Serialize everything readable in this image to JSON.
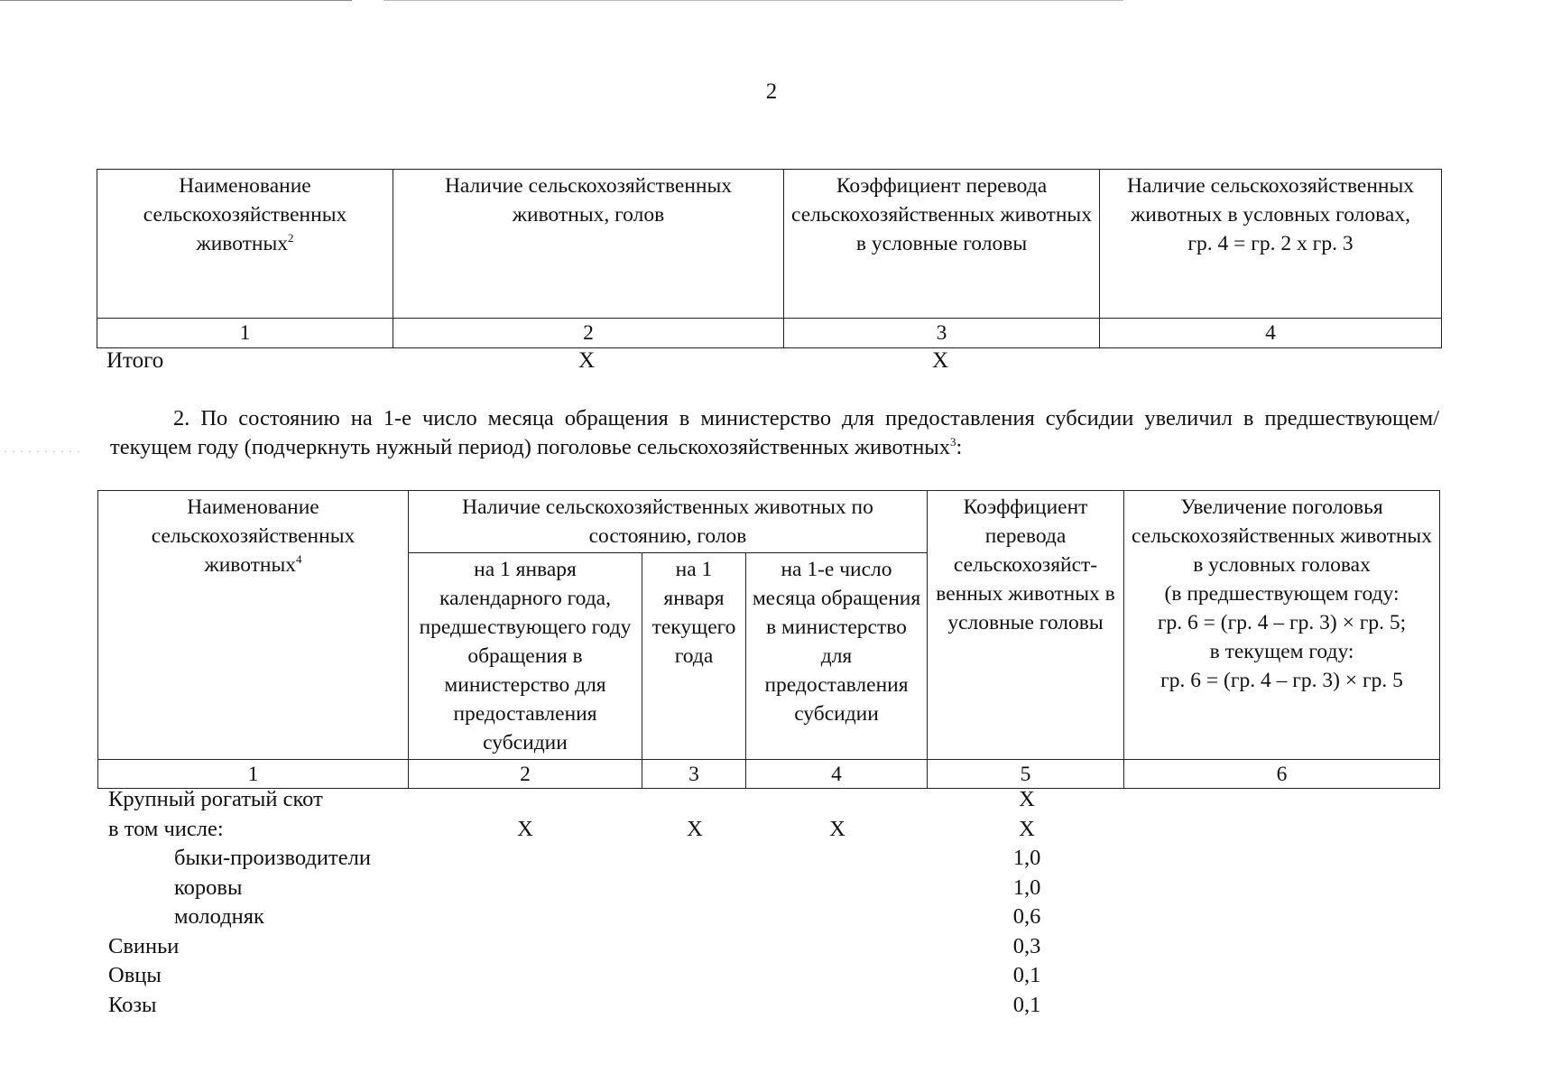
{
  "page_number": "2",
  "table1": {
    "headers": [
      "Наименование сельскохозяйственных животных",
      "Наличие сельскохозяйственных животных, голов",
      "Коэффициент перевода сельскохозяйственных животных в условные головы",
      "Наличие сельскохозяйственных животных в условных головах,"
    ],
    "header1_footnote": "2",
    "header4_formula": "гр. 4 = гр. 2 х гр. 3",
    "column_numbers": [
      "1",
      "2",
      "3",
      "4"
    ],
    "total_label": "Итого",
    "total_marks": [
      "Х",
      "Х"
    ]
  },
  "paragraph": {
    "text": "2. По состоянию на 1-е число месяца обращения в министерство для предоставления субсидии увеличил в предшествующем/текущем году (подчеркнуть нужный период) поголовье сельскохозяйственных животных",
    "footnote": "3",
    "end": ":"
  },
  "table2": {
    "header_col1": "Наименование сельскохозяйственных животных",
    "header_col1_footnote": "4",
    "header_group": "Наличие сельскохозяйственных животных по состоянию, голов",
    "header_col2": "на 1 января календарного года, предшествующего году обращения в министерство для предоставления субсидии",
    "header_col3": "на 1 января текущего года",
    "header_col4": "на 1-е число месяца обращения в министерство для предоставления субсидии",
    "header_col5": "Коэффициент перевода сельскохозяйст-венных животных в условные головы",
    "header_col6_lines": [
      "Увеличение поголовья сельскохозяйственных животных в условных головах",
      "(в предшествующем году:",
      "гр. 6 = (гр. 4 – гр. 3) × гр. 5;",
      "в текущем году:",
      "гр. 6 = (гр. 4 – гр. 3) × гр. 5"
    ],
    "column_numbers": [
      "1",
      "2",
      "3",
      "4",
      "5",
      "6"
    ],
    "rows": [
      {
        "name": "Крупный рогатый скот",
        "c2": "",
        "c3": "",
        "c4": "",
        "k": "Х"
      },
      {
        "name": "в том числе:",
        "c2": "Х",
        "c3": "Х",
        "c4": "Х",
        "k": "Х"
      },
      {
        "name": "быки-производители",
        "c2": "",
        "c3": "",
        "c4": "",
        "k": "1,0"
      },
      {
        "name": "коровы",
        "c2": "",
        "c3": "",
        "c4": "",
        "k": "1,0"
      },
      {
        "name": "молодняк",
        "c2": "",
        "c3": "",
        "c4": "",
        "k": "0,6"
      },
      {
        "name": "Свиньи",
        "c2": "",
        "c3": "",
        "c4": "",
        "k": "0,3"
      },
      {
        "name": "Овцы",
        "c2": "",
        "c3": "",
        "c4": "",
        "k": "0,1"
      },
      {
        "name": "Козы",
        "c2": "",
        "c3": "",
        "c4": "",
        "k": "0,1"
      }
    ]
  }
}
